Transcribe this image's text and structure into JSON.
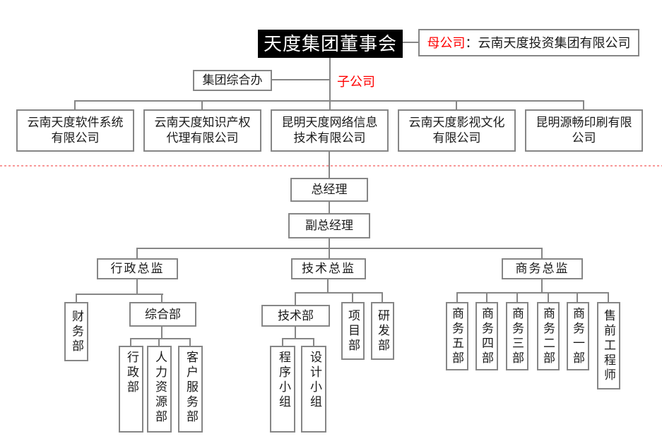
{
  "board": {
    "label": "天度集团董事会"
  },
  "annotations": {
    "parent_prefix": "母公司",
    "parent_rest": "：云南天度投资集团有限公司",
    "subsidiary_label": "子公司"
  },
  "group_office": {
    "label": "集团综合办"
  },
  "subsidiaries": [
    {
      "line1": "云南天度软件系统",
      "line2": "有限公司"
    },
    {
      "line1": "云南天度知识产权",
      "line2": "代理有限公司"
    },
    {
      "line1": "昆明天度网络信息",
      "line2": "技术有限公司"
    },
    {
      "line1": "云南天度影视文化",
      "line2": "有限公司"
    },
    {
      "line1": "昆明源畅印刷有限",
      "line2": "公司"
    }
  ],
  "management": {
    "general_manager": "总经理",
    "vice_general_manager": "副总经理"
  },
  "directors": {
    "admin": "行政总监",
    "tech": "技术总监",
    "business": "商务总监"
  },
  "admin_branch": {
    "finance": "财务部",
    "general": "综合部",
    "general_children": [
      "行政部",
      "人力资源部",
      "客户服务部"
    ]
  },
  "tech_branch": {
    "tech_dept": "技术部",
    "project_dept": "项目部",
    "rd_dept": "研发部",
    "tech_children": [
      "程序小组",
      "设计小组"
    ]
  },
  "business_branch": {
    "departments": [
      "商务五部",
      "商务四部",
      "商务三部",
      "商务二部",
      "商务一部",
      "售前工程师"
    ]
  },
  "colors": {
    "accent_red": "#ff0000",
    "divider_red": "#f89898",
    "line_gray": "#868686",
    "board_bg": "#000000",
    "board_text": "#ffffff"
  }
}
